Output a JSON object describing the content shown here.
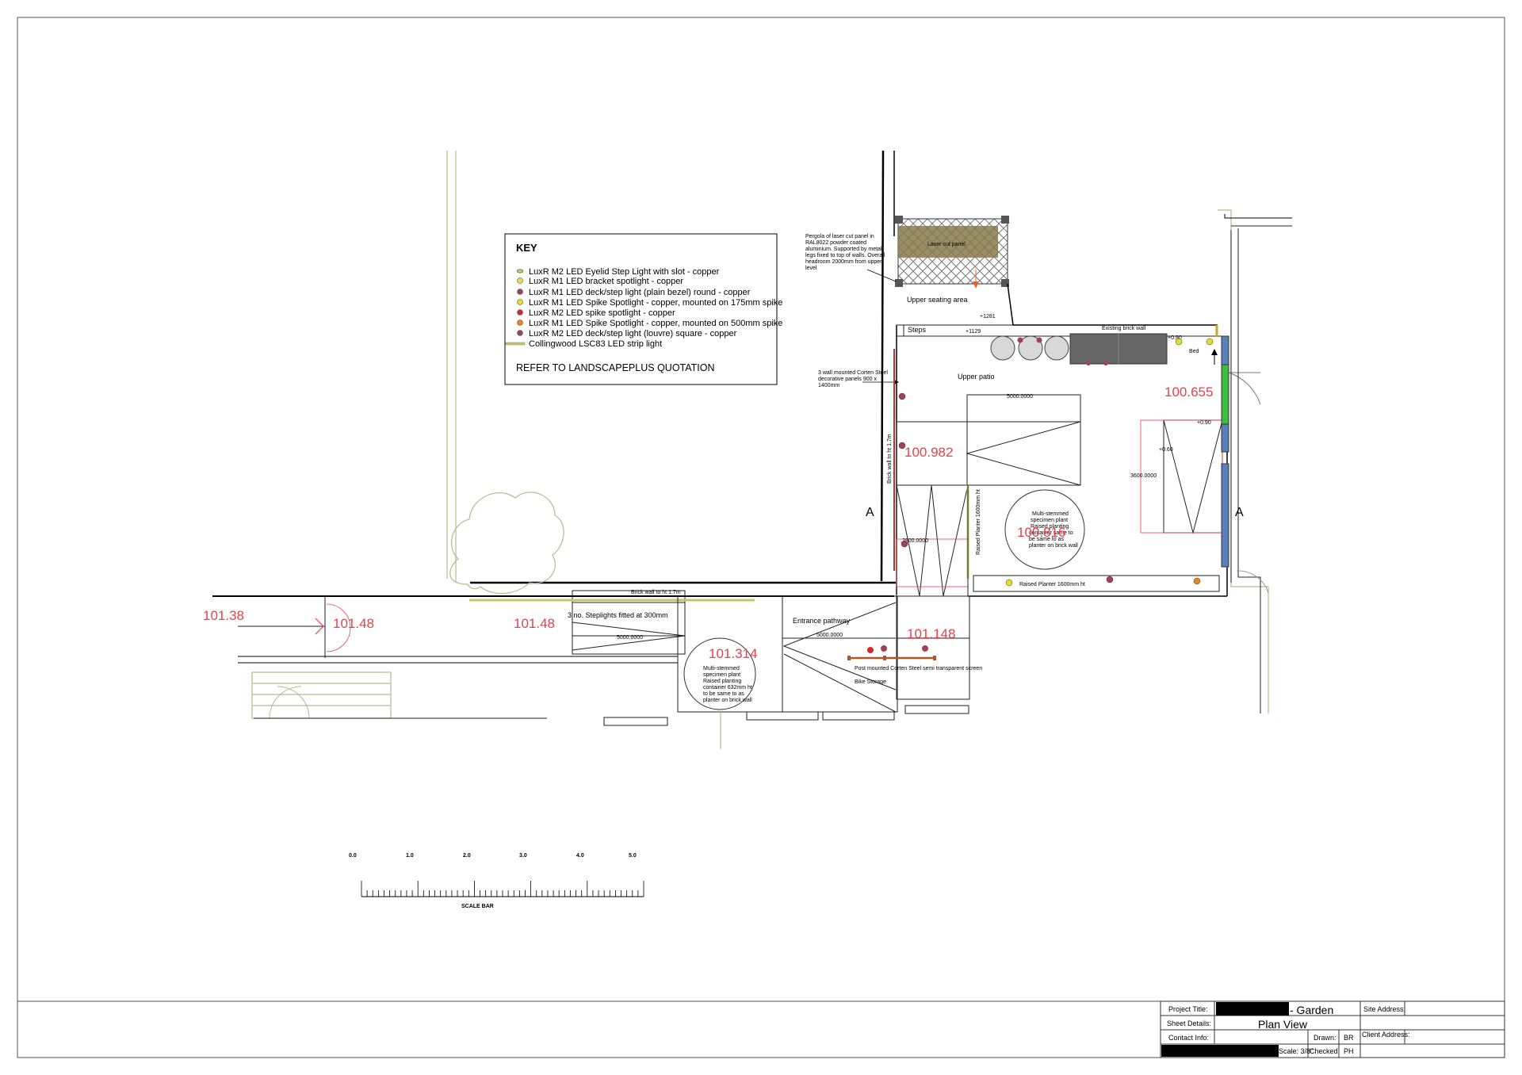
{
  "key": {
    "title": "KEY",
    "items": [
      {
        "label": "LuxR M2 LED Eyelid Step Light with slot - copper",
        "symbol": "eyelid",
        "color": "#c9c46a"
      },
      {
        "label": "LuxR M1 LED bracket spotlight - copper",
        "symbol": "dot",
        "color": "#e3e04a"
      },
      {
        "label": "LuxR M1 LED deck/step light (plain bezel) round - copper",
        "symbol": "dot",
        "color": "#a0405a"
      },
      {
        "label": "LuxR  M1 LED Spike Spotlight - copper, mounted on 175mm spike",
        "symbol": "dot",
        "color": "#e6dc2a"
      },
      {
        "label": "LuxR M2 LED spike spotlight - copper",
        "symbol": "dot",
        "color": "#d62a2a"
      },
      {
        "label": "LuxR  M1 LED Spike Spotlight - copper, mounted on 500mm spike",
        "symbol": "dot",
        "color": "#e8832a"
      },
      {
        "label": "LuxR M2 LED deck/step light (louvre) square - copper",
        "symbol": "dot",
        "color": "#a0405a"
      },
      {
        "label": "Collingwood LSC83 LED strip light",
        "symbol": "strip",
        "color": "#c9c46a"
      }
    ],
    "note": "REFER TO LANDSCAPEPLUS QUOTATION"
  },
  "levels": [
    "101.38",
    "101.48",
    "101.48",
    "101.314",
    "101.148",
    "100.982",
    "100.816",
    "100.655"
  ],
  "labels": {
    "pergola_note": "Pergola of laser cut panel in RAL8022 powder coated aluminium. Supported by metal legs fixed to top of walls. Overall headroom 2000mm from upper level",
    "upper_seating": "Upper seating area",
    "steps": "Steps",
    "existing_brick_wall": "Existing brick wall",
    "bed": "Bed",
    "upper_patio": "Upper patio",
    "corten_panels": "3 wall mounted Corten Steel decorative panels 900 x 1400mm",
    "brick_wall_side": "Brick wall to ht 1.7m",
    "raised_planter_vert": "Raised Planter 1600mm ht",
    "multi_stem_right": "Multi-stemmed specimen plant Raised planting container same to be same to as planter on brick wall",
    "raised_planter_bottom": "Raised Planter 1600mm ht",
    "brick_wall_top": "Brick wall to ht 1.7m",
    "steplights": "3 no. Steplights fitted at 300mm",
    "entrance": "Entrance pathway",
    "multi_stem_left": "Multi-stemmed specimen plant Raised planting container 632mm ht to be same to as planter on brick wall",
    "corten_screen": "Post mounted Corten Steel semi transparent screen",
    "bike_storage": "Bike Storage",
    "section_a_left": "A",
    "section_a_right": "A",
    "dim_5000_a": "5000.0000",
    "dim_5000_b": "5000.0000",
    "dim_5000_c": "5000.0000",
    "dim_3600": "3600.0000",
    "dim_2800": "2800.0000",
    "dim_1": "+1281",
    "dim_2": "+1129",
    "dim_3": "+0.90",
    "dim_4": "+0.90",
    "dim_5": "+0.60",
    "pergola_inner": "Laser cut panel"
  },
  "scale_bar": {
    "ticks": [
      "0.0",
      "1.0",
      "2.0",
      "3.0",
      "4.0",
      "5.0"
    ],
    "caption": "SCALE BAR"
  },
  "title_block": {
    "project_title_label": "Project Title:",
    "project_title_value": "- Garden",
    "sheet_details_label": "Sheet Details:",
    "sheet_details_value": "Plan View",
    "contact_info_label": "Contact Info:",
    "drawn_label": "Drawn:",
    "drawn_value": "BR",
    "scale_label": "Scale: 3/8\"",
    "checked_label": "Checked",
    "checked_value": "PH",
    "site_address_label": "Site Address:",
    "client_address_label": "Client Address:"
  }
}
